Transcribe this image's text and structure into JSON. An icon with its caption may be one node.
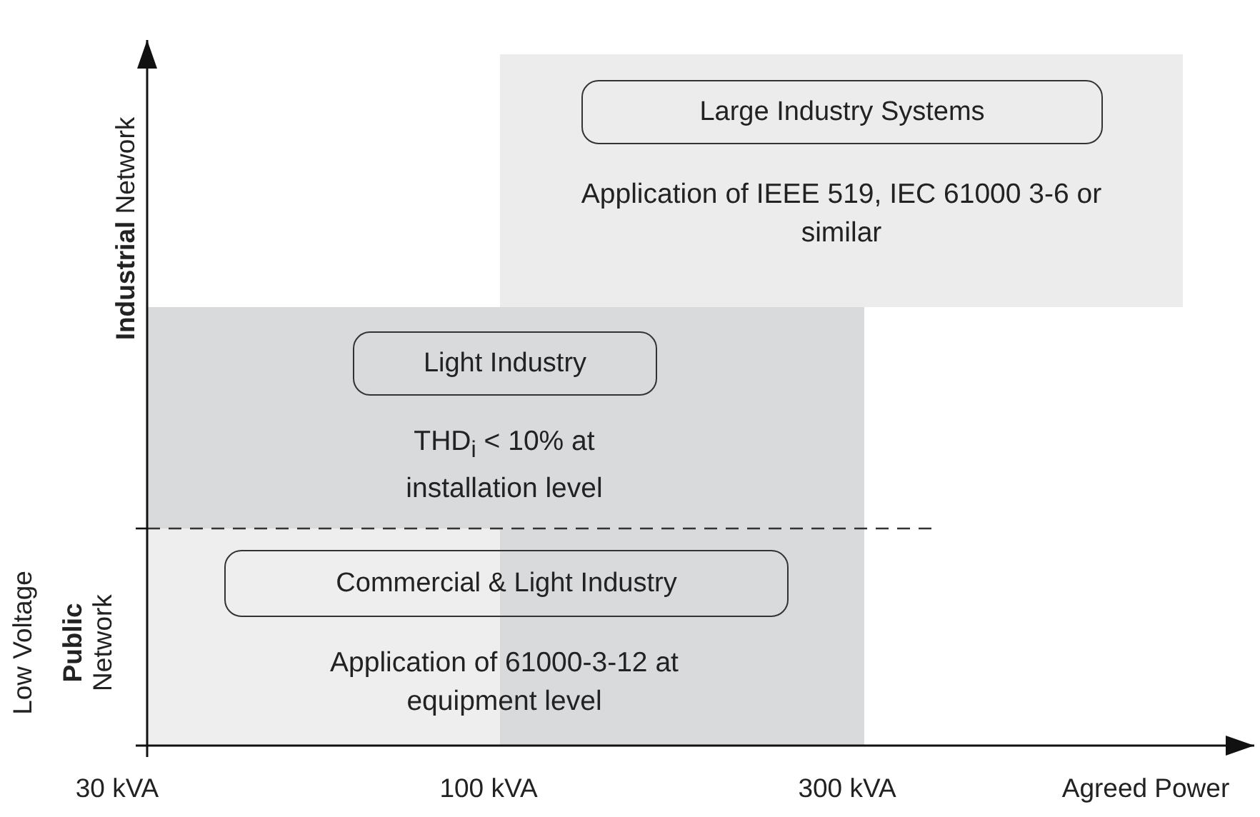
{
  "diagram": {
    "nodes": [
      {
        "text": [
          "Large Industry Systems"
        ],
        "beside": [
          "Application of IEEE 519, IEC 61000 3-6 or similar"
        ]
      },
      {
        "text": [
          "Light Industry"
        ],
        "beside": [
          "THD$_{i}$ < 10% at installation level"
        ]
      },
      {
        "text": [
          "Commercial & Light Industry"
        ],
        "beside": [
          "Application of 61000-3-12 at equipment level"
        ]
      }
    ],
    "labels": [
      "**Industrial** Network",
      "Low Voltage",
      "**Public** Network",
      "30 kVA",
      "100 kVA",
      "300 kVA",
      "Agreed Power"
    ]
  }
}
